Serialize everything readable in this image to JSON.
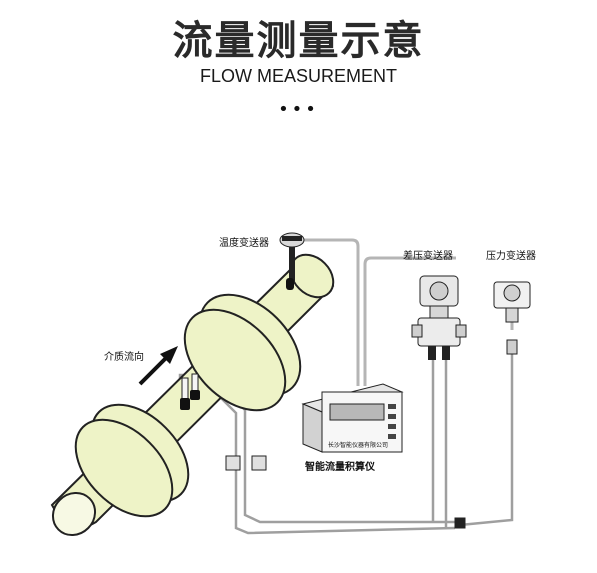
{
  "header": {
    "title_zh": "流量测量示意",
    "title_en": "FLOW MEASUREMENT",
    "dots": "•••"
  },
  "labels": {
    "temperature_transmitter": "温度变送器",
    "diff_pressure_transmitter": "差压变送器",
    "pressure_transmitter": "压力变送器",
    "flow_direction": "介质流向",
    "totalizer": "智能流量积算仪",
    "totalizer_plate": "长沙智能仪器有限公司"
  },
  "colors": {
    "pipe": "#eef3c7",
    "outline": "#222222",
    "tube": "#b9b9b9",
    "device_bg": "#f4f4f4"
  }
}
